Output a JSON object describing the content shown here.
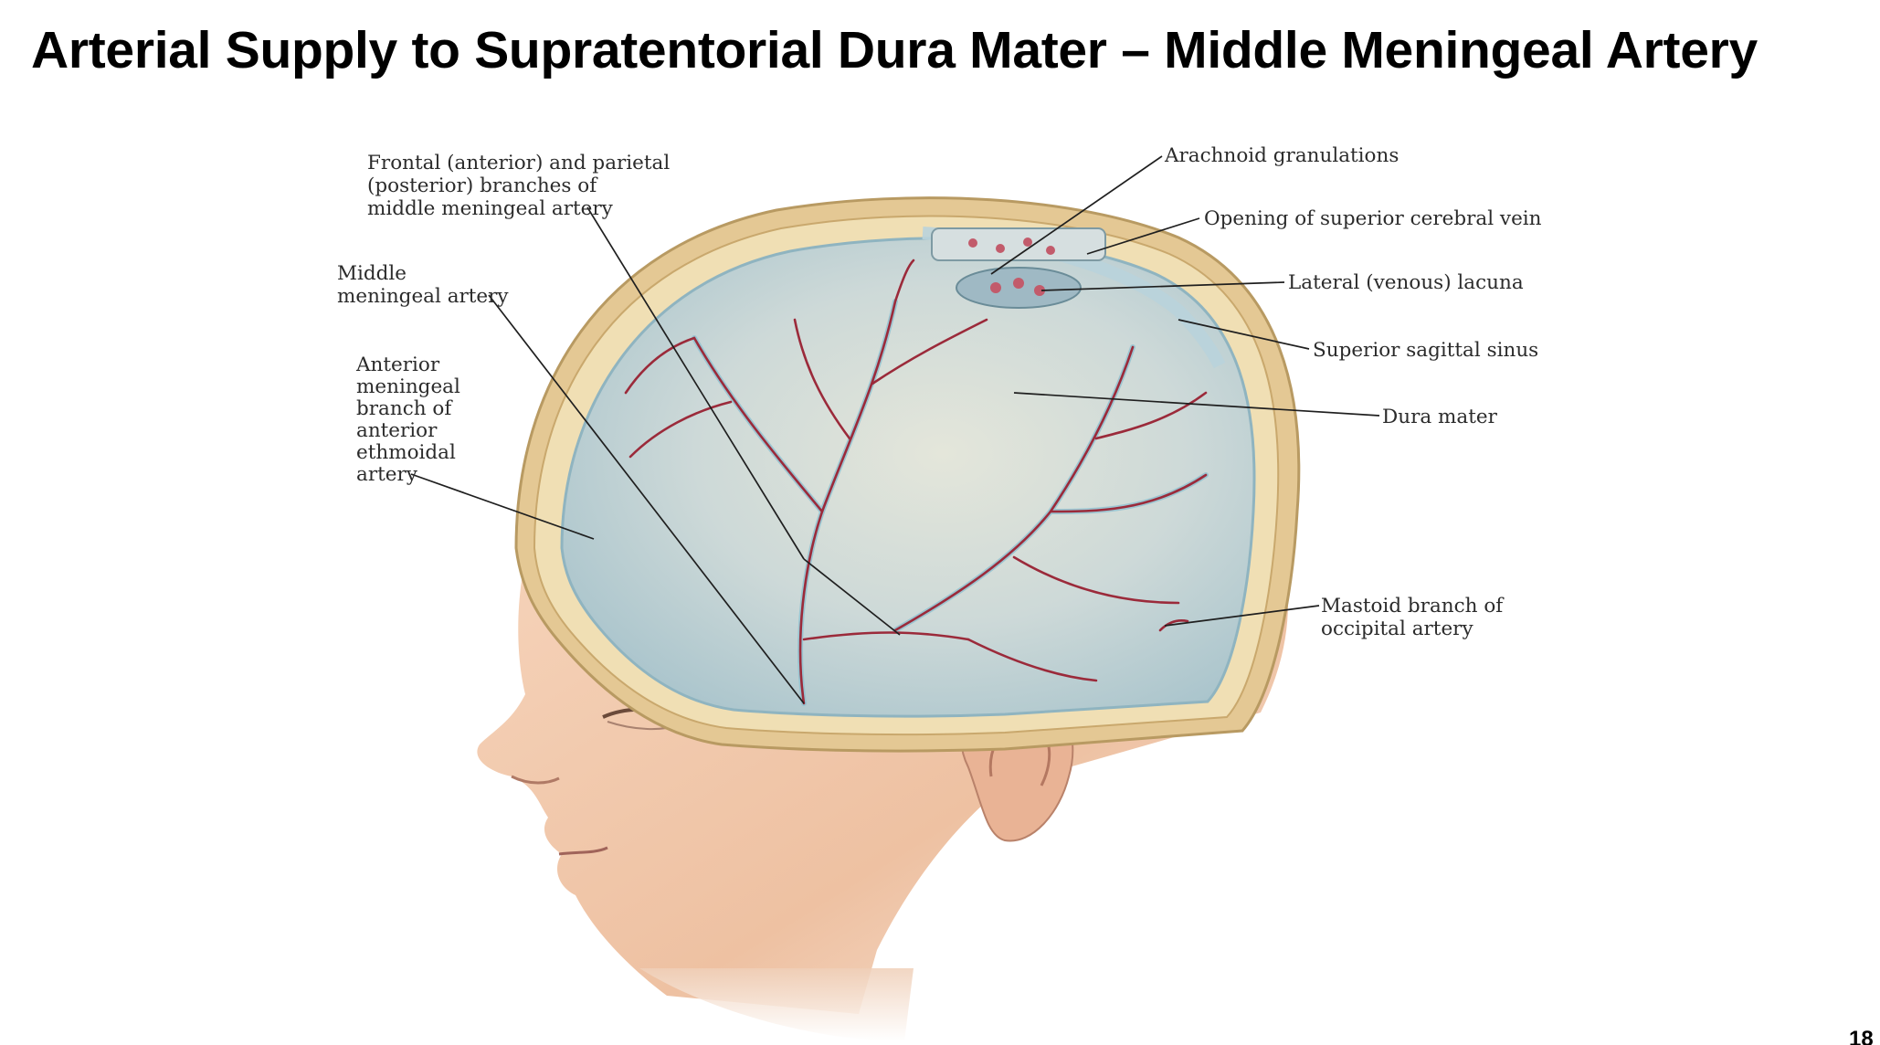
{
  "slide": {
    "title": "Arterial Supply to Supratentorial Dura Mater – Middle Meningeal Artery",
    "page_number": "18"
  },
  "labels": {
    "frontal_parietal": [
      "Frontal (anterior) and parietal",
      "(posterior) branches of",
      "middle meningeal artery"
    ],
    "middle_meningeal": [
      "Middle",
      "meningeal artery"
    ],
    "anterior_meningeal": [
      "Anterior",
      "meningeal",
      "branch of",
      "anterior",
      "ethmoidal",
      "artery"
    ],
    "arachnoid": [
      "Arachnoid granulations"
    ],
    "opening_vein": [
      "Opening of superior cerebral vein"
    ],
    "lateral_lacuna": [
      "Lateral (venous) lacuna"
    ],
    "sagittal_sinus": [
      "Superior sagittal sinus"
    ],
    "dura_mater": [
      "Dura mater"
    ],
    "mastoid": [
      "Mastoid branch of",
      "occipital artery"
    ]
  },
  "colors": {
    "dura": "#c9d7da",
    "skin": "#f0c7a8",
    "bone": "#e2c48f",
    "artery": "#9b2a3a",
    "vein": "#8fc0d0"
  }
}
